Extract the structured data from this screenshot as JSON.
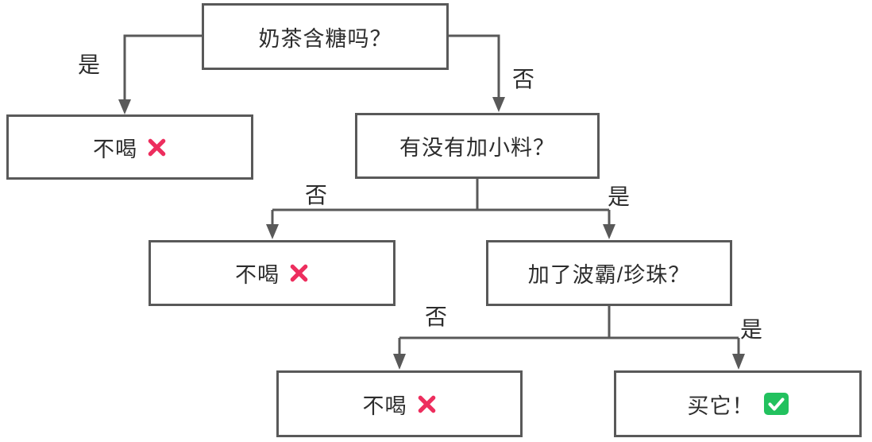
{
  "flowchart": {
    "nodes": [
      {
        "id": "q1",
        "type": "question",
        "label": "奶茶含糖吗？"
      },
      {
        "id": "no1",
        "type": "result",
        "label": "不喝",
        "icon": "cross-icon"
      },
      {
        "id": "q2",
        "type": "question",
        "label": "有没有加小料？"
      },
      {
        "id": "no2",
        "type": "result",
        "label": "不喝",
        "icon": "cross-icon"
      },
      {
        "id": "q3",
        "type": "question",
        "label": "加了波霸/珍珠？"
      },
      {
        "id": "no3",
        "type": "result",
        "label": "不喝",
        "icon": "cross-icon"
      },
      {
        "id": "buy",
        "type": "result",
        "label": "买它！",
        "icon": "check-icon"
      }
    ],
    "edges": [
      {
        "from": "q1",
        "to": "no1",
        "label": "是"
      },
      {
        "from": "q1",
        "to": "q2",
        "label": "否"
      },
      {
        "from": "q2",
        "to": "no2",
        "label": "否"
      },
      {
        "from": "q2",
        "to": "q3",
        "label": "是"
      },
      {
        "from": "q3",
        "to": "no3",
        "label": "否"
      },
      {
        "from": "q3",
        "to": "buy",
        "label": "是"
      }
    ],
    "colors": {
      "line": "#595959",
      "text": "#2d2d2d",
      "cross": "#ED2E5E",
      "check_background": "#22C15E",
      "check_mark": "#ffffff",
      "background": "#ffffff"
    }
  }
}
